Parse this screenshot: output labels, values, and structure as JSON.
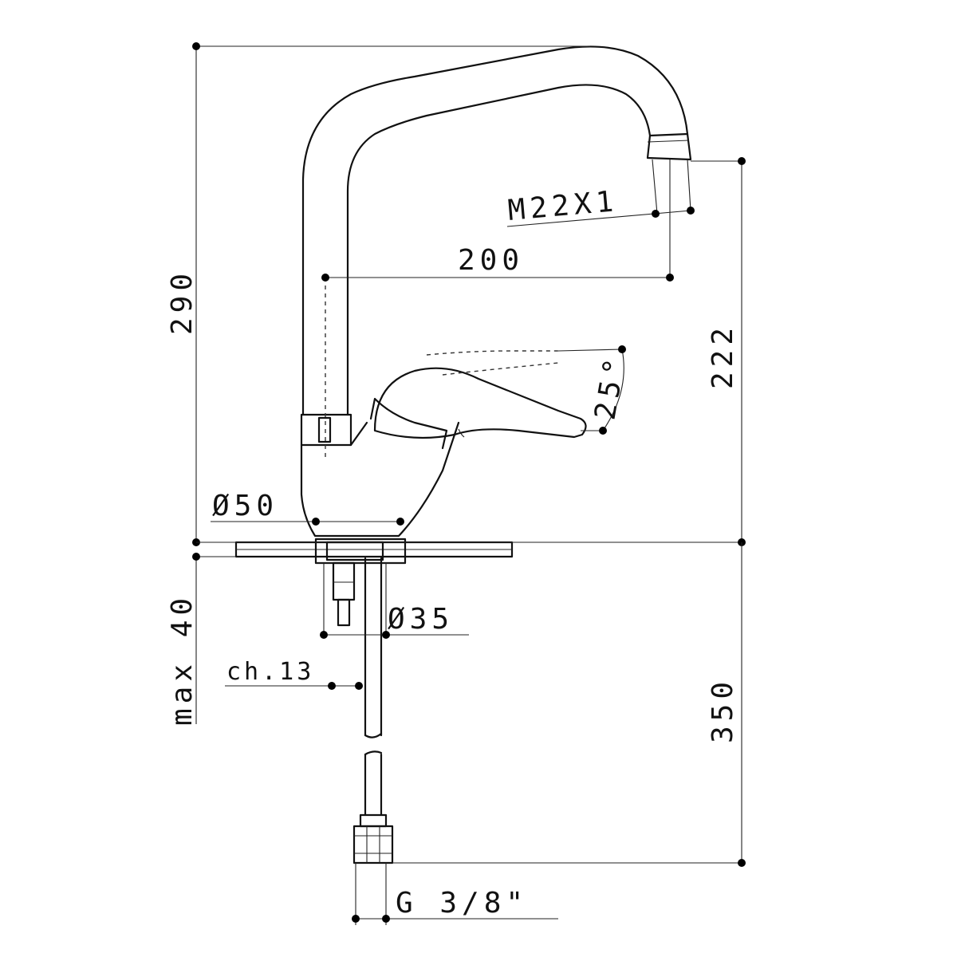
{
  "dimensions": {
    "height_total": "290",
    "spout_reach": "200",
    "spout_height": "222",
    "aerator_thread": "M22X1",
    "lever_angle": "25°",
    "base_diameter": "Ø50",
    "deck_thickness": "max 40",
    "shank_diameter": "Ø35",
    "nut_size": "ch.13",
    "hose_length": "350",
    "hose_thread": "G 3/8\""
  },
  "colors": {
    "line": "#111111",
    "background": "#ffffff"
  }
}
